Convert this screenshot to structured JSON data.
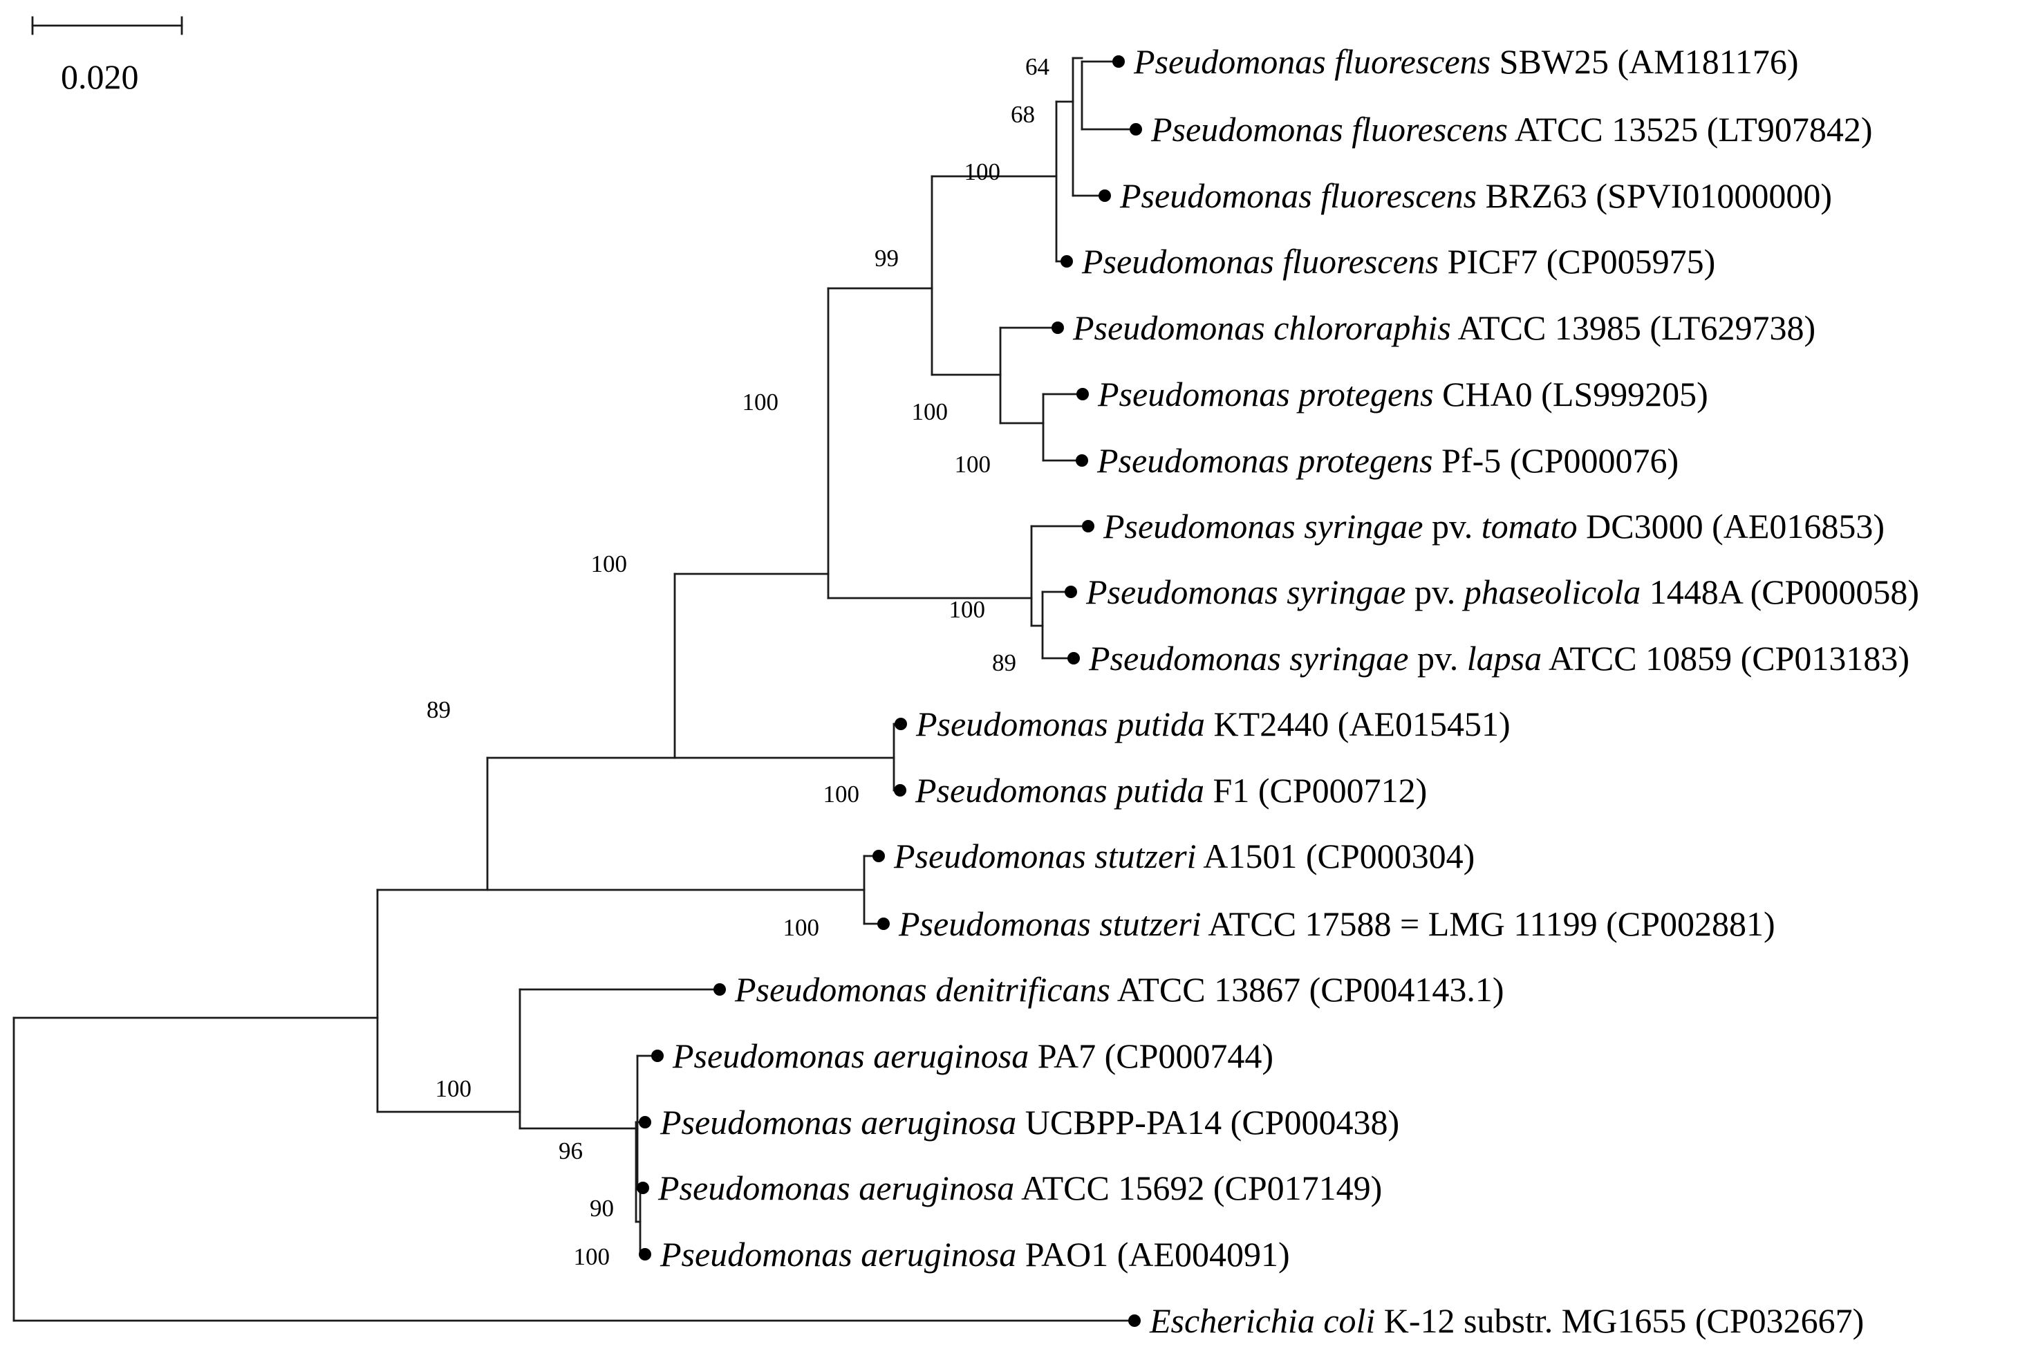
{
  "scale_bar": {
    "label": "0.020"
  },
  "taxa": [
    {
      "id": "t1",
      "parts": [
        [
          "Pseudomonas fluorescens",
          true
        ],
        [
          " SBW25 (AM181176)",
          false
        ]
      ]
    },
    {
      "id": "t2",
      "parts": [
        [
          "Pseudomonas fluorescens",
          true
        ],
        [
          " ATCC 13525 (LT907842)",
          false
        ]
      ]
    },
    {
      "id": "t3",
      "parts": [
        [
          "Pseudomonas fluorescens",
          true
        ],
        [
          " BRZ63 (SPVI01000000)",
          false
        ]
      ],
      "highlight": "#2e8b2e"
    },
    {
      "id": "t4",
      "parts": [
        [
          "Pseudomonas fluorescens",
          true
        ],
        [
          " PICF7 (CP005975)",
          false
        ]
      ]
    },
    {
      "id": "t5",
      "parts": [
        [
          "Pseudomonas chlororaphis",
          true
        ],
        [
          " ATCC 13985 (LT629738)",
          false
        ]
      ]
    },
    {
      "id": "t6",
      "parts": [
        [
          "Pseudomonas protegens",
          true
        ],
        [
          " CHA0 (LS999205)",
          false
        ]
      ]
    },
    {
      "id": "t7",
      "parts": [
        [
          "Pseudomonas protegens",
          true
        ],
        [
          " Pf-5 (CP000076)",
          false
        ]
      ]
    },
    {
      "id": "t8",
      "parts": [
        [
          "Pseudomonas syringae",
          true
        ],
        [
          " pv. ",
          false
        ],
        [
          "tomato",
          true
        ],
        [
          " DC3000 (AE016853)",
          false
        ]
      ]
    },
    {
      "id": "t9",
      "parts": [
        [
          "Pseudomonas syringae",
          true
        ],
        [
          " pv. ",
          false
        ],
        [
          "phaseolicola",
          true
        ],
        [
          " 1448A (CP000058)",
          false
        ]
      ]
    },
    {
      "id": "t10",
      "parts": [
        [
          "Pseudomonas syringae",
          true
        ],
        [
          " pv. ",
          false
        ],
        [
          "lapsa",
          true
        ],
        [
          " ATCC 10859 (CP013183)",
          false
        ]
      ]
    },
    {
      "id": "t11",
      "parts": [
        [
          "Pseudomonas putida",
          true
        ],
        [
          " KT2440 (AE015451)",
          false
        ]
      ]
    },
    {
      "id": "t12",
      "parts": [
        [
          "Pseudomonas putida",
          true
        ],
        [
          " F1 (CP000712)",
          false
        ]
      ]
    },
    {
      "id": "t13",
      "parts": [
        [
          "Pseudomonas stutzeri",
          true
        ],
        [
          " A1501 (CP000304)",
          false
        ]
      ]
    },
    {
      "id": "t14",
      "parts": [
        [
          "Pseudomonas stutzeri",
          true
        ],
        [
          " ATCC 17588 = LMG 11199 (CP002881)",
          false
        ]
      ]
    },
    {
      "id": "t15",
      "parts": [
        [
          "Pseudomonas denitrificans",
          true
        ],
        [
          " ATCC 13867 (CP004143.1)",
          false
        ]
      ]
    },
    {
      "id": "t16",
      "parts": [
        [
          "Pseudomonas aeruginosa",
          true
        ],
        [
          " PA7 (CP000744)",
          false
        ]
      ]
    },
    {
      "id": "t17",
      "parts": [
        [
          "Pseudomonas aeruginosa",
          true
        ],
        [
          " UCBPP-PA14 (CP000438)",
          false
        ]
      ]
    },
    {
      "id": "t18",
      "parts": [
        [
          "Pseudomonas aeruginosa",
          true
        ],
        [
          " ATCC 15692 (CP017149)",
          false
        ]
      ]
    },
    {
      "id": "t19",
      "parts": [
        [
          "Pseudomonas aeruginosa",
          true
        ],
        [
          " PAO1 (AE004091)",
          false
        ]
      ]
    },
    {
      "id": "t20",
      "parts": [
        [
          "Escherichia coli",
          true
        ],
        [
          " K-12 substr. MG1655 (CP032667)",
          false
        ]
      ]
    }
  ],
  "support_values": [
    "64",
    "68",
    "100",
    "99",
    "100",
    "100",
    "100",
    "100",
    "89",
    "100",
    "100",
    "89",
    "100",
    "100",
    "96",
    "90",
    "100"
  ]
}
